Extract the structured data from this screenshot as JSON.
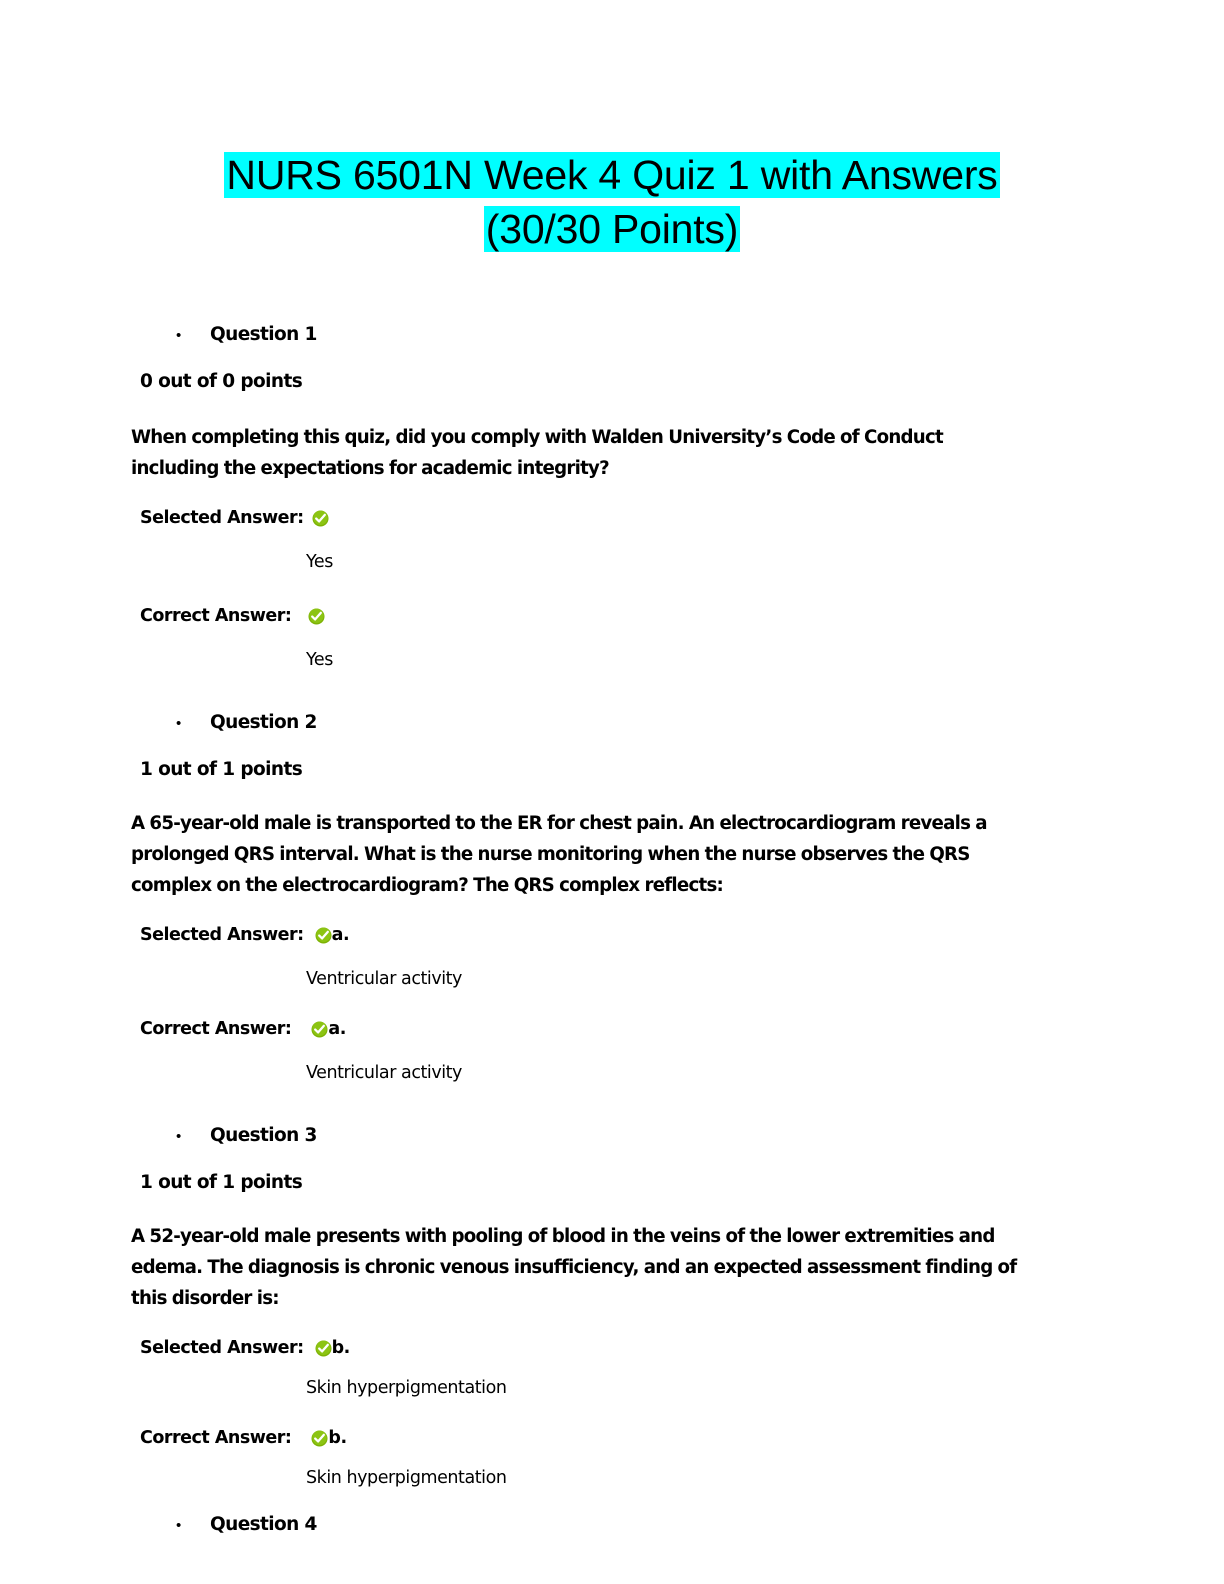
{
  "document": {
    "title_line_1": "NURS 6501N Week 4 Quiz 1 with Answers",
    "title_line_2": "(30/30 Points)",
    "title_highlight_color": "#00ffff",
    "check_icon_color": "#7db204",
    "bullet_glyph": "•",
    "labels": {
      "selected_answer": "Selected Answer:",
      "correct_answer": "Correct Answer:"
    },
    "questions": [
      {
        "heading": "Question 1",
        "points": "0 out of 0 points",
        "text": "When completing this quiz, did you comply with Walden University’s Code of Conduct including the expectations for academic integrity?",
        "selected": {
          "icon": "green-check-icon",
          "letter": "",
          "value": "Yes"
        },
        "correct": {
          "icon": "green-check-icon",
          "letter": "",
          "value": "Yes"
        }
      },
      {
        "heading": "Question 2",
        "points": "1 out of 1 points",
        "text": "A 65-year-old male is transported to the ER for chest pain. An electrocardiogram reveals a prolonged QRS interval. What is the nurse monitoring when the nurse observes the QRS complex on the electrocardiogram? The QRS complex reflects:",
        "selected": {
          "icon": "green-check-icon",
          "letter": "a.",
          "value": "Ventricular activity"
        },
        "correct": {
          "icon": "green-check-icon",
          "letter": "a.",
          "value": "Ventricular activity"
        }
      },
      {
        "heading": "Question 3",
        "points": "1 out of 1 points",
        "text": "A 52-year-old male presents with pooling of blood in the veins of the lower extremities and edema. The diagnosis is chronic venous insufficiency, and an expected assessment finding of this disorder is:",
        "selected": {
          "icon": "green-check-icon",
          "letter": "b.",
          "value": "Skin hyperpigmentation"
        },
        "correct": {
          "icon": "green-check-icon",
          "letter": "b.",
          "value": "Skin hyperpigmentation"
        }
      }
    ],
    "next_question_heading": "Question 4"
  }
}
